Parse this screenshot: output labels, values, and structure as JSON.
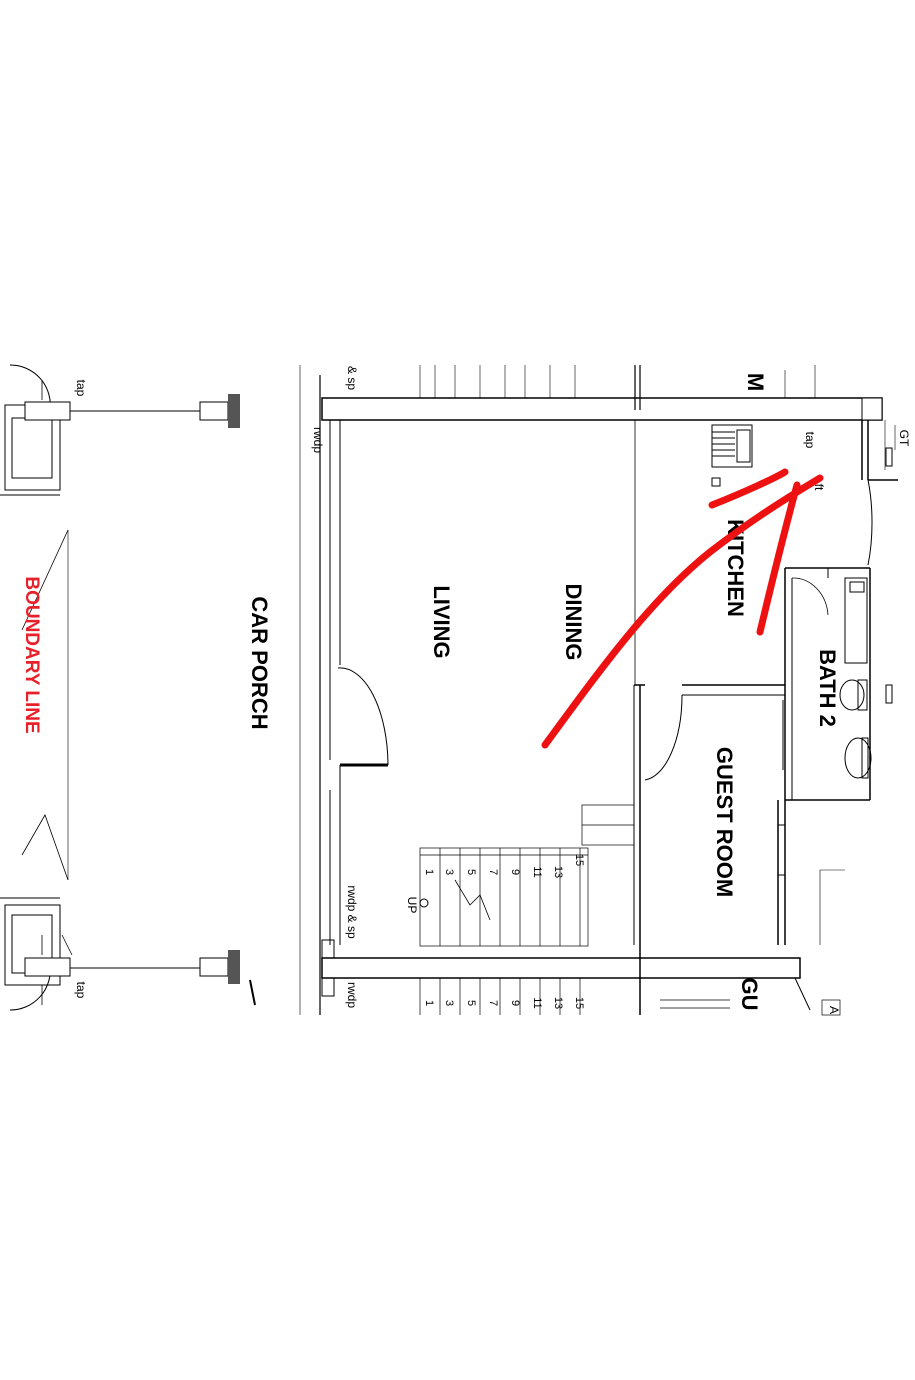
{
  "plan": {
    "rooms": {
      "car_porch": "CAR PORCH",
      "living": "LIVING",
      "dining": "DINING",
      "kitchen": "KITCHEN",
      "bath_2": "BATH 2",
      "guest_room": "GUEST ROOM",
      "partial_m": "M",
      "partial_gu": "GU"
    },
    "boundary_line": "BOUNDARY LINE",
    "boundary_color": "#e8202a",
    "markup_color": "#ee1111",
    "fixtures": {
      "tap_left_top": "tap",
      "tap_left_bottom": "tap",
      "tap_kitchen": "tap",
      "gt": "GT",
      "ft": "ft",
      "rwdp_top": "rwdp",
      "rwdp_sp_top": "& sp",
      "rwdp_sp_mid": "rwdp & sp",
      "rwdp_bottom": "rwdp",
      "up": "UP",
      "partial_a": "A"
    },
    "stair_numbers": [
      "1",
      "3",
      "5",
      "7",
      "9",
      "11",
      "13",
      "15"
    ]
  }
}
